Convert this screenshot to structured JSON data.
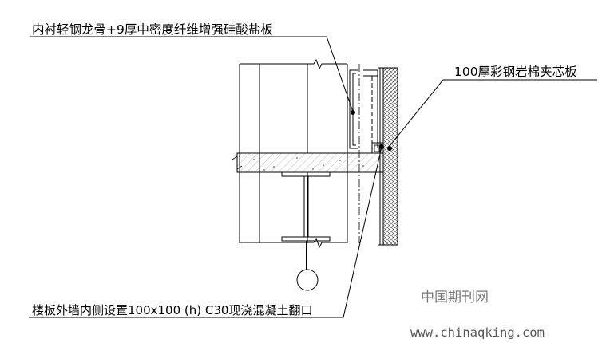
{
  "labels": {
    "top_left": "内衬轻钢龙骨+9厚中密度纤维增强硅酸盐板",
    "top_right": "100厚彩钢岩棉夹芯板",
    "bottom": "楼板外墙内侧设置100x100 (h) C30现浇混凝土翻口"
  },
  "watermark": {
    "title": "中国期刊网",
    "url": "www.chinaqking.com"
  },
  "colors": {
    "line": "#000000",
    "concrete_hatch": "#555555",
    "sandwich_hatch": "#444444",
    "watermark": "#777777"
  }
}
